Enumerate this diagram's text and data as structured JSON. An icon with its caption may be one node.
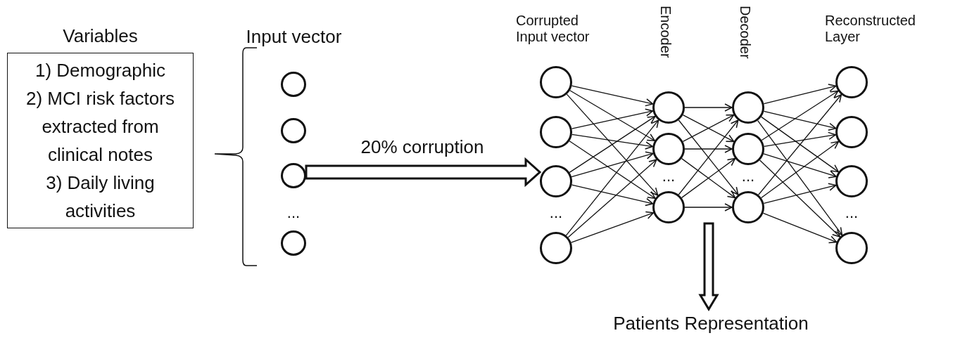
{
  "diagram": {
    "nodes": [
      {
        "text": [
          "Variables",
          "1) Demographic",
          "2) MCI risk factors extracted from clinical notes",
          "3) Daily living activities"
        ]
      },
      {
        "text": [],
        "shape": "circle"
      },
      {
        "text": [],
        "shape": "circle"
      },
      {
        "text": [],
        "shape": "circle"
      },
      {
        "text": [],
        "shape": "circle"
      },
      {
        "text": [],
        "shape": "circle"
      },
      {
        "text": [],
        "shape": "circle"
      },
      {
        "text": [],
        "shape": "circle"
      },
      {
        "text": [],
        "shape": "circle"
      },
      {
        "text": [],
        "shape": "circle"
      },
      {
        "text": [],
        "shape": "circle"
      },
      {
        "text": [],
        "shape": "circle"
      },
      {
        "text": [],
        "shape": "circle"
      },
      {
        "text": [],
        "shape": "circle"
      },
      {
        "text": [],
        "shape": "circle"
      },
      {
        "text": [],
        "shape": "circle"
      },
      {
        "text": [],
        "shape": "circle"
      },
      {
        "text": [],
        "shape": "circle"
      },
      {
        "text": [],
        "shape": "circle"
      },
      {
        "text": [
          "Patients Representation"
        ]
      }
    ],
    "edges": [
      {
        "from": 3,
        "to": 7,
        "arrow": "to",
        "label": "20% corruption",
        "style": "thick"
      },
      {
        "from": 5,
        "to": 9,
        "arrow": "to"
      },
      {
        "from": 5,
        "to": 10,
        "arrow": "to"
      },
      {
        "from": 5,
        "to": 11,
        "arrow": "to"
      },
      {
        "from": 6,
        "to": 9,
        "arrow": "to"
      },
      {
        "from": 6,
        "to": 10,
        "arrow": "to"
      },
      {
        "from": 6,
        "to": 11,
        "arrow": "to"
      },
      {
        "from": 7,
        "to": 9,
        "arrow": "to"
      },
      {
        "from": 7,
        "to": 10,
        "arrow": "to"
      },
      {
        "from": 7,
        "to": 11,
        "arrow": "to"
      },
      {
        "from": 8,
        "to": 9,
        "arrow": "to"
      },
      {
        "from": 8,
        "to": 10,
        "arrow": "to"
      },
      {
        "from": 8,
        "to": 11,
        "arrow": "to"
      },
      {
        "from": 9,
        "to": 12,
        "arrow": "to"
      },
      {
        "from": 9,
        "to": 13,
        "arrow": "to"
      },
      {
        "from": 9,
        "to": 14,
        "arrow": "to"
      },
      {
        "from": 10,
        "to": 12,
        "arrow": "to"
      },
      {
        "from": 10,
        "to": 13,
        "arrow": "to"
      },
      {
        "from": 10,
        "to": 14,
        "arrow": "to"
      },
      {
        "from": 11,
        "to": 12,
        "arrow": "to"
      },
      {
        "from": 11,
        "to": 13,
        "arrow": "to"
      },
      {
        "from": 11,
        "to": 14,
        "arrow": "to"
      },
      {
        "from": 12,
        "to": 15,
        "arrow": "to"
      },
      {
        "from": 12,
        "to": 16,
        "arrow": "to"
      },
      {
        "from": 12,
        "to": 17,
        "arrow": "to"
      },
      {
        "from": 12,
        "to": 18,
        "arrow": "to"
      },
      {
        "from": 13,
        "to": 15,
        "arrow": "to"
      },
      {
        "from": 13,
        "to": 16,
        "arrow": "to"
      },
      {
        "from": 13,
        "to": 17,
        "arrow": "to"
      },
      {
        "from": 13,
        "to": 18,
        "arrow": "to"
      },
      {
        "from": 14,
        "to": 15,
        "arrow": "to"
      },
      {
        "from": 14,
        "to": 16,
        "arrow": "to"
      },
      {
        "from": 14,
        "to": 17,
        "arrow": "to"
      },
      {
        "from": 14,
        "to": 18,
        "arrow": "to"
      },
      {
        "from": null,
        "to": 19,
        "arrow": "to",
        "style": "thick"
      }
    ],
    "labels": [
      "Input vector",
      "...",
      "Corrupted Input vector",
      "...",
      "Encoder",
      "...",
      "Decoder",
      "...",
      "Reconstructed Layer",
      "..."
    ]
  }
}
